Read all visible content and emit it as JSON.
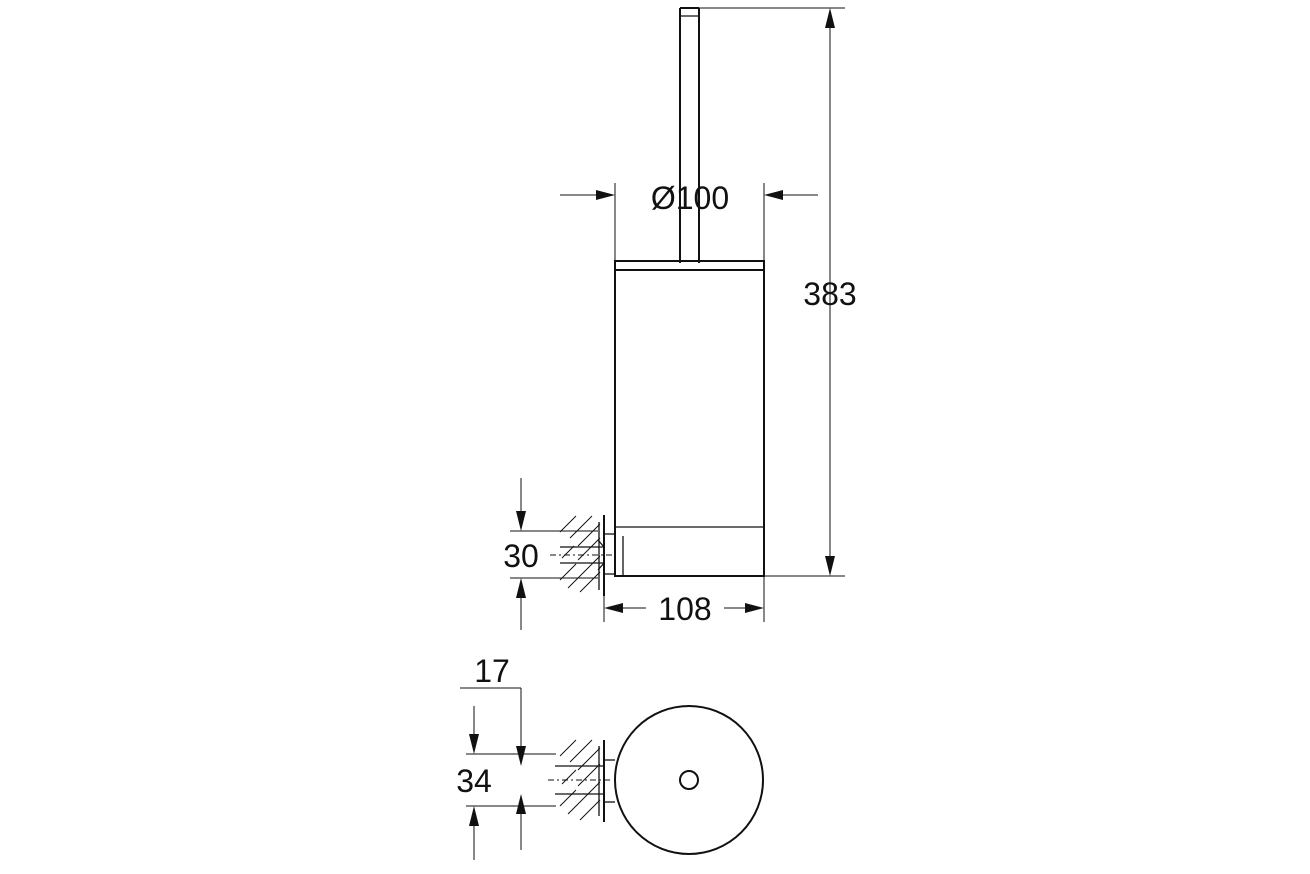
{
  "dimensions": {
    "diameter": "Ø100",
    "overall_height": "383",
    "base_depth": "108",
    "bracket_height": "30",
    "bracket_offset": "17",
    "bracket_width": "34"
  },
  "colors": {
    "line": "#111111",
    "background": "#ffffff"
  }
}
